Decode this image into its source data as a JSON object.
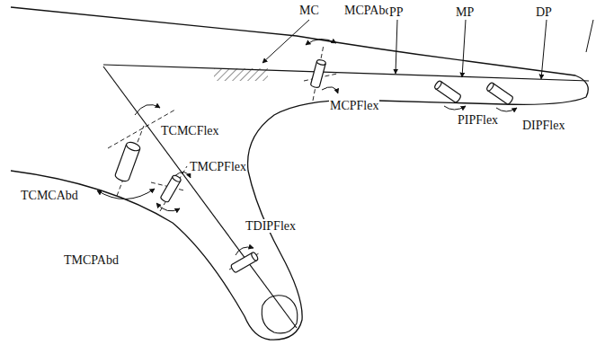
{
  "diagram": {
    "labels": [
      "MC",
      "MCPAbd",
      "PP",
      "MP",
      "DP",
      "TCMCFlex",
      "TMCPFlex",
      "TCMCAbd",
      "MCPFlex",
      "PIPFlex",
      "DIPFlex",
      "TMCPAbd",
      "TDIPFlex"
    ]
  }
}
